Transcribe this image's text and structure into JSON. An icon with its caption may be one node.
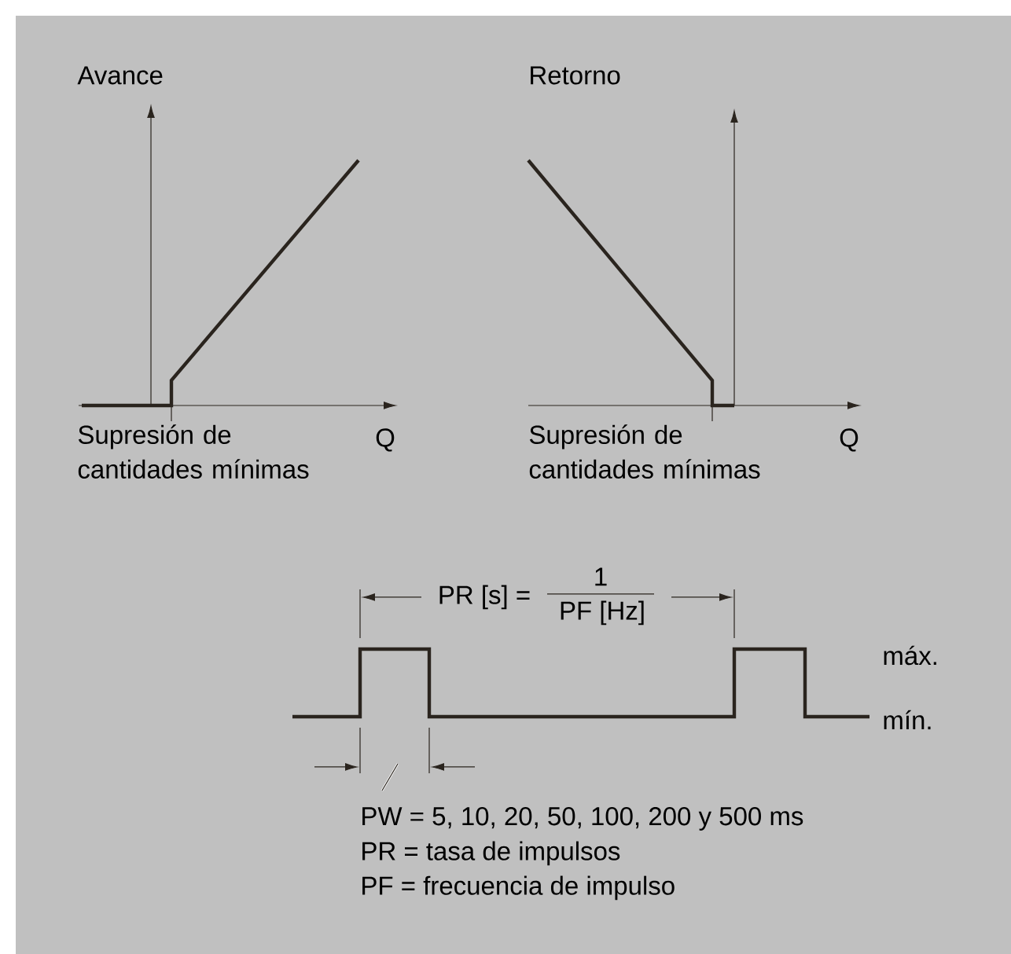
{
  "diagram": {
    "labels": [
      "Avance",
      "Retorno",
      "Supresión de cantidades mínimas",
      "Q",
      "Supresión de cantidades mínimas",
      "Q",
      "PR [s] =",
      "1",
      "PF [Hz]",
      "máx.",
      "mín.",
      "PW = 5, 10, 20, 50, 100, 200 y 500 ms",
      "PR = tasa de impulsos",
      "PF = frecuencia de impulso"
    ]
  }
}
